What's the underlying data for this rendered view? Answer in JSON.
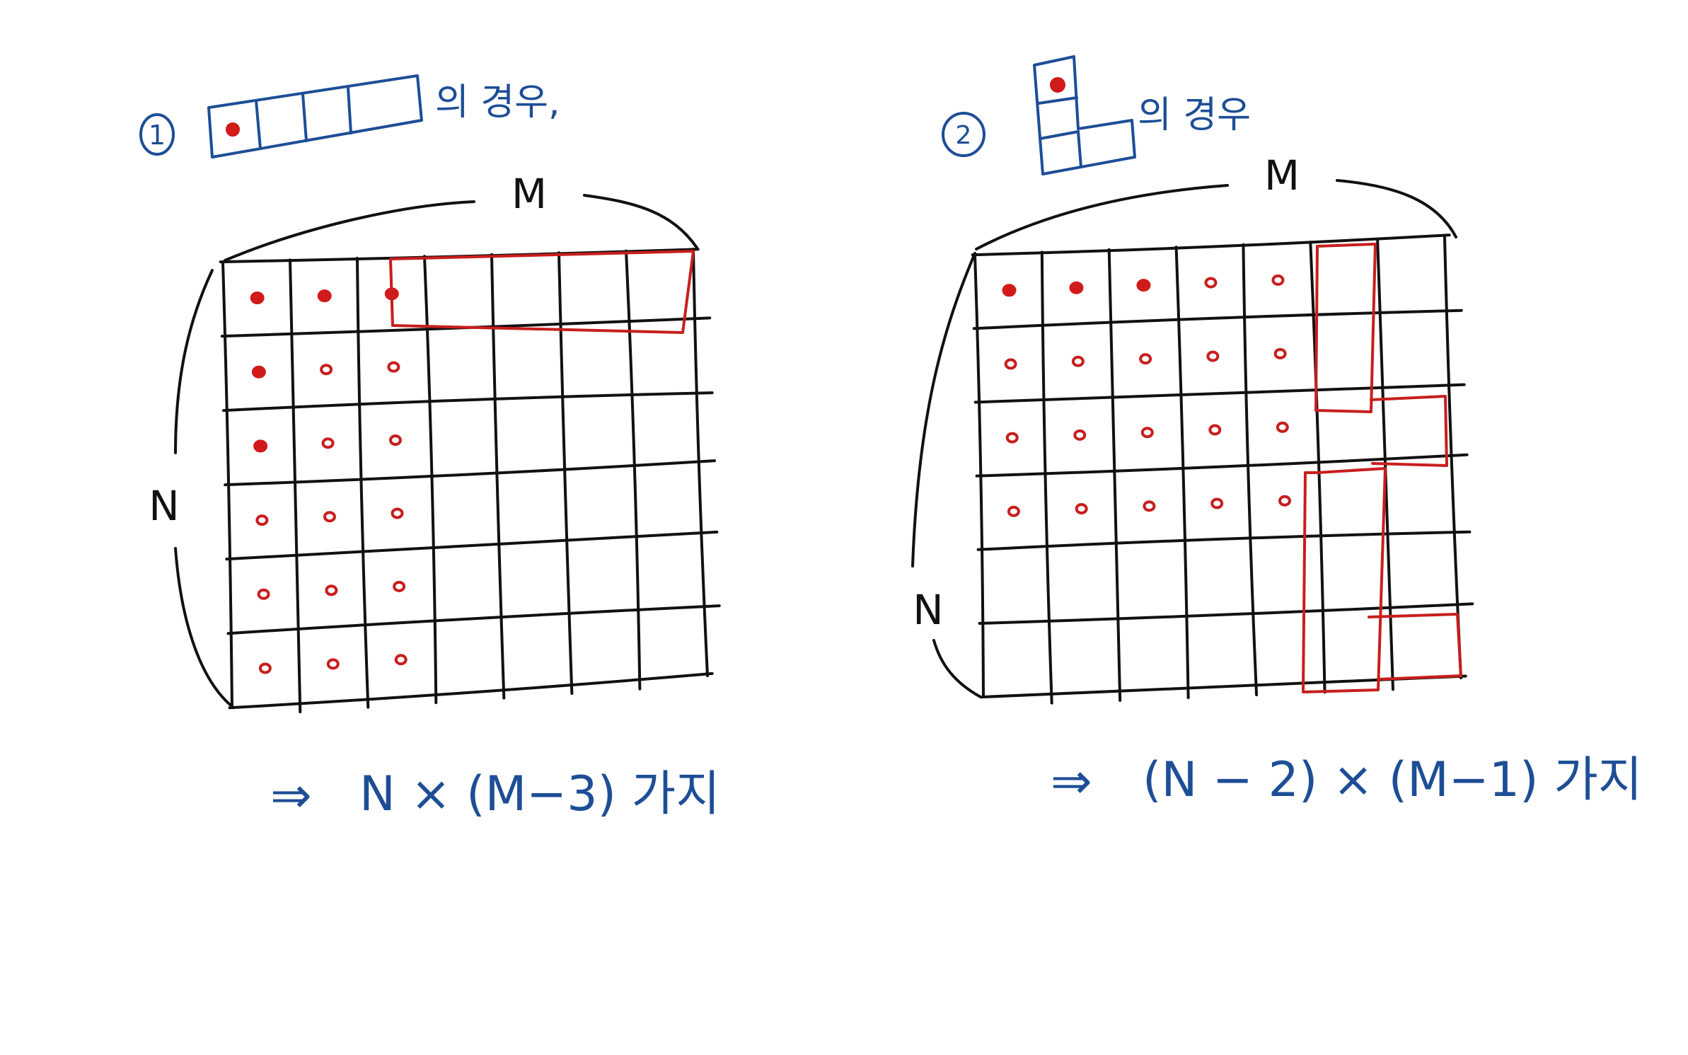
{
  "colors": {
    "blue_ink": "#1d4e96",
    "black_ink": "#111111",
    "red_ink": "#c81e1e",
    "background": "#ffffff"
  },
  "case1": {
    "number": "1",
    "label": "의 경우,",
    "dim_m": "M",
    "dim_n": "N",
    "grid": {
      "rows": 6,
      "cols": 7
    },
    "dotted_cells": [
      [
        0,
        0
      ],
      [
        0,
        1
      ],
      [
        0,
        2
      ],
      [
        1,
        0
      ],
      [
        1,
        1
      ],
      [
        1,
        2
      ],
      [
        2,
        0
      ],
      [
        2,
        1
      ],
      [
        2,
        2
      ],
      [
        3,
        0
      ],
      [
        3,
        1
      ],
      [
        3,
        2
      ],
      [
        4,
        0
      ],
      [
        4,
        1
      ],
      [
        4,
        2
      ],
      [
        5,
        0
      ],
      [
        5,
        1
      ],
      [
        5,
        2
      ]
    ],
    "result_arrow": "⇒",
    "result": "N × (M−3) 가지"
  },
  "case2": {
    "number": "2",
    "label": "의 경우",
    "dim_m": "M",
    "dim_n": "N",
    "grid": {
      "rows": 6,
      "cols": 7
    },
    "dotted_cells": [
      [
        0,
        0
      ],
      [
        0,
        1
      ],
      [
        0,
        2
      ],
      [
        0,
        3
      ],
      [
        0,
        4
      ],
      [
        1,
        0
      ],
      [
        1,
        1
      ],
      [
        1,
        2
      ],
      [
        1,
        3
      ],
      [
        1,
        4
      ],
      [
        2,
        0
      ],
      [
        2,
        1
      ],
      [
        2,
        2
      ],
      [
        2,
        3
      ],
      [
        2,
        4
      ],
      [
        3,
        0
      ],
      [
        3,
        1
      ],
      [
        3,
        2
      ],
      [
        3,
        3
      ],
      [
        3,
        4
      ]
    ],
    "result_arrow": "⇒",
    "result": "(N − 2) × (M−1) 가지"
  }
}
